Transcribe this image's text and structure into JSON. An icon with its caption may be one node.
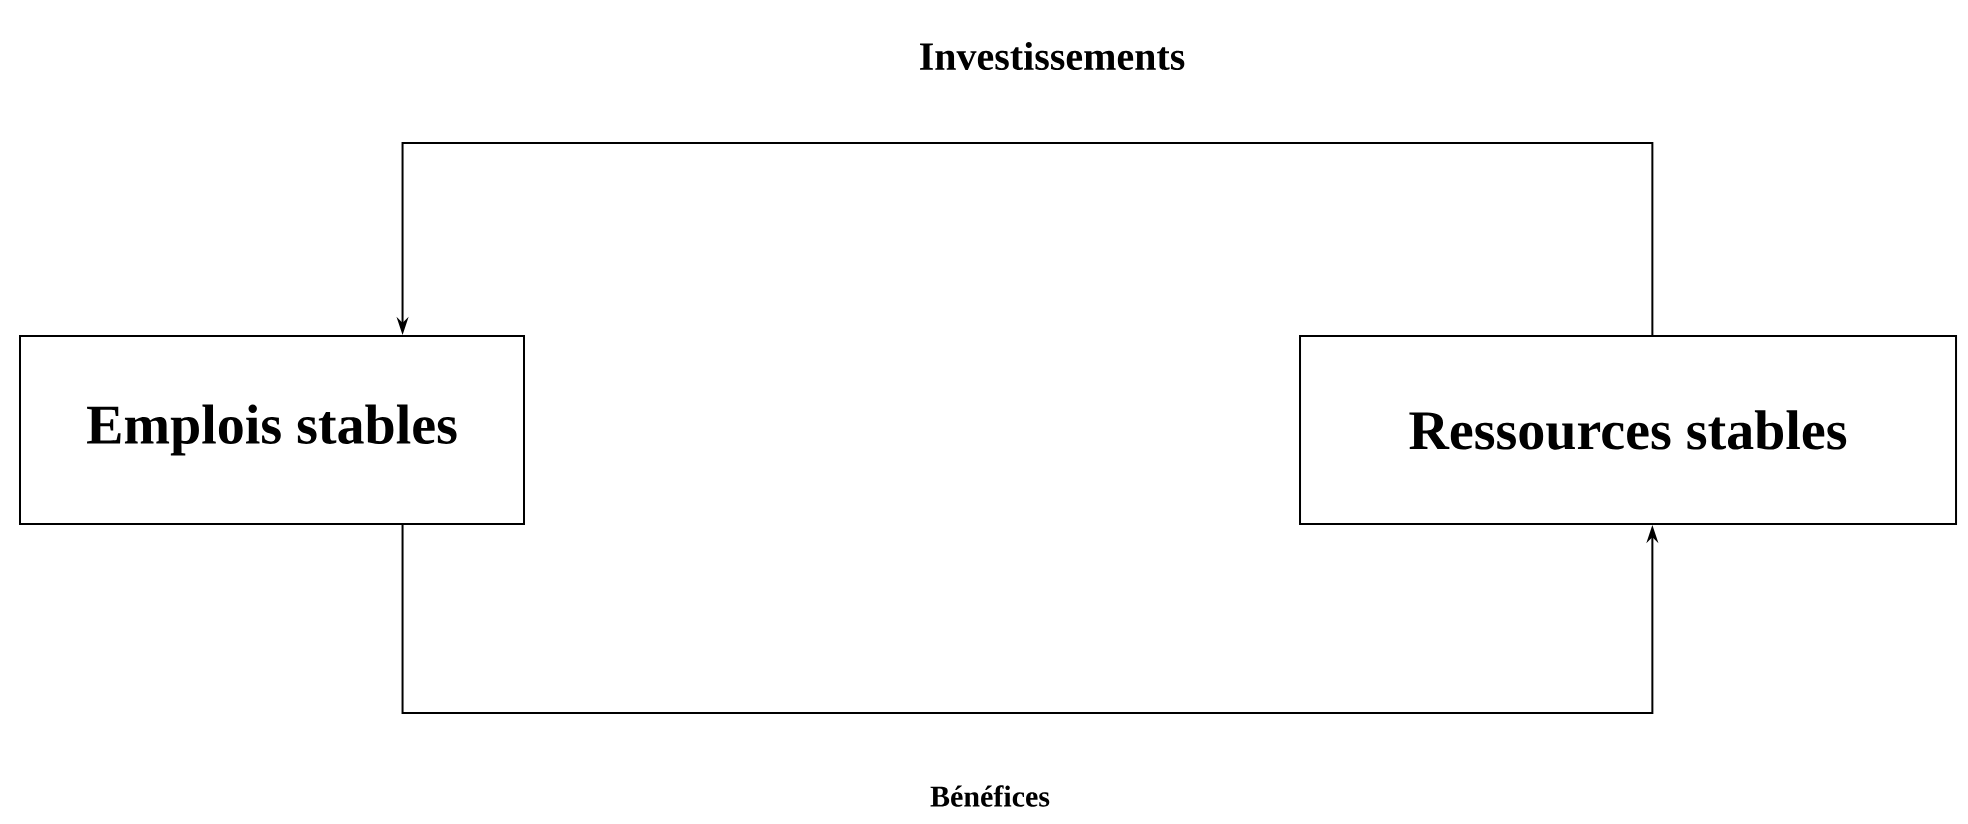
{
  "diagram": {
    "nodes": [
      {
        "text": [
          "Emplois stables"
        ]
      },
      {
        "text": [
          "Ressources stables"
        ]
      }
    ],
    "edges": [
      {
        "from": 1,
        "to": 0,
        "arrow": "to",
        "label": "Investissements"
      },
      {
        "from": 0,
        "to": 1,
        "arrow": "to",
        "label": "Bénéfices"
      }
    ]
  }
}
